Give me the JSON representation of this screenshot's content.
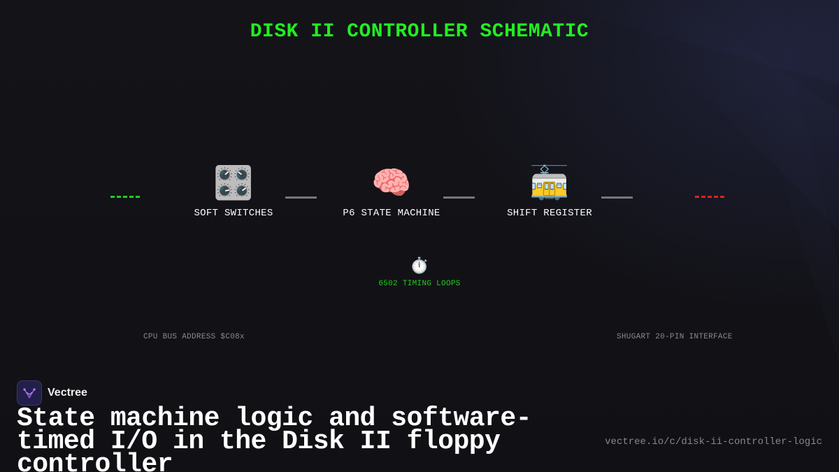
{
  "diagram": {
    "title": "DISK II CONTROLLER SCHEMATIC",
    "nodes": [
      {
        "icon": "control-knobs-icon",
        "glyph": "🎛️",
        "label": "SOFT SWITCHES"
      },
      {
        "icon": "brain-icon",
        "glyph": "🧠",
        "label": "P6 STATE MACHINE"
      },
      {
        "icon": "tram-car-icon",
        "glyph": "🚋",
        "label": "SHIFT REGISTER"
      }
    ],
    "timer": {
      "icon": "stopwatch-icon",
      "glyph": "⏱️",
      "label": "6502 TIMING LOOPS"
    },
    "left_bus_label": "CPU BUS ADDRESS $C08x",
    "right_bus_label": "SHUGART 20-PIN INTERFACE",
    "colors": {
      "title": "#22ee22",
      "input_dash": "#22cc22",
      "output_dash": "#dd2222",
      "connector": "#777777",
      "timer_label": "#22cc22"
    }
  },
  "brand": {
    "name": "Vectree",
    "logo_icon": "vectree-logo-icon"
  },
  "headline": "State machine logic and software-timed I/O in the Disk II floppy controller",
  "url": "vectree.io/c/disk-ii-controller-logic"
}
